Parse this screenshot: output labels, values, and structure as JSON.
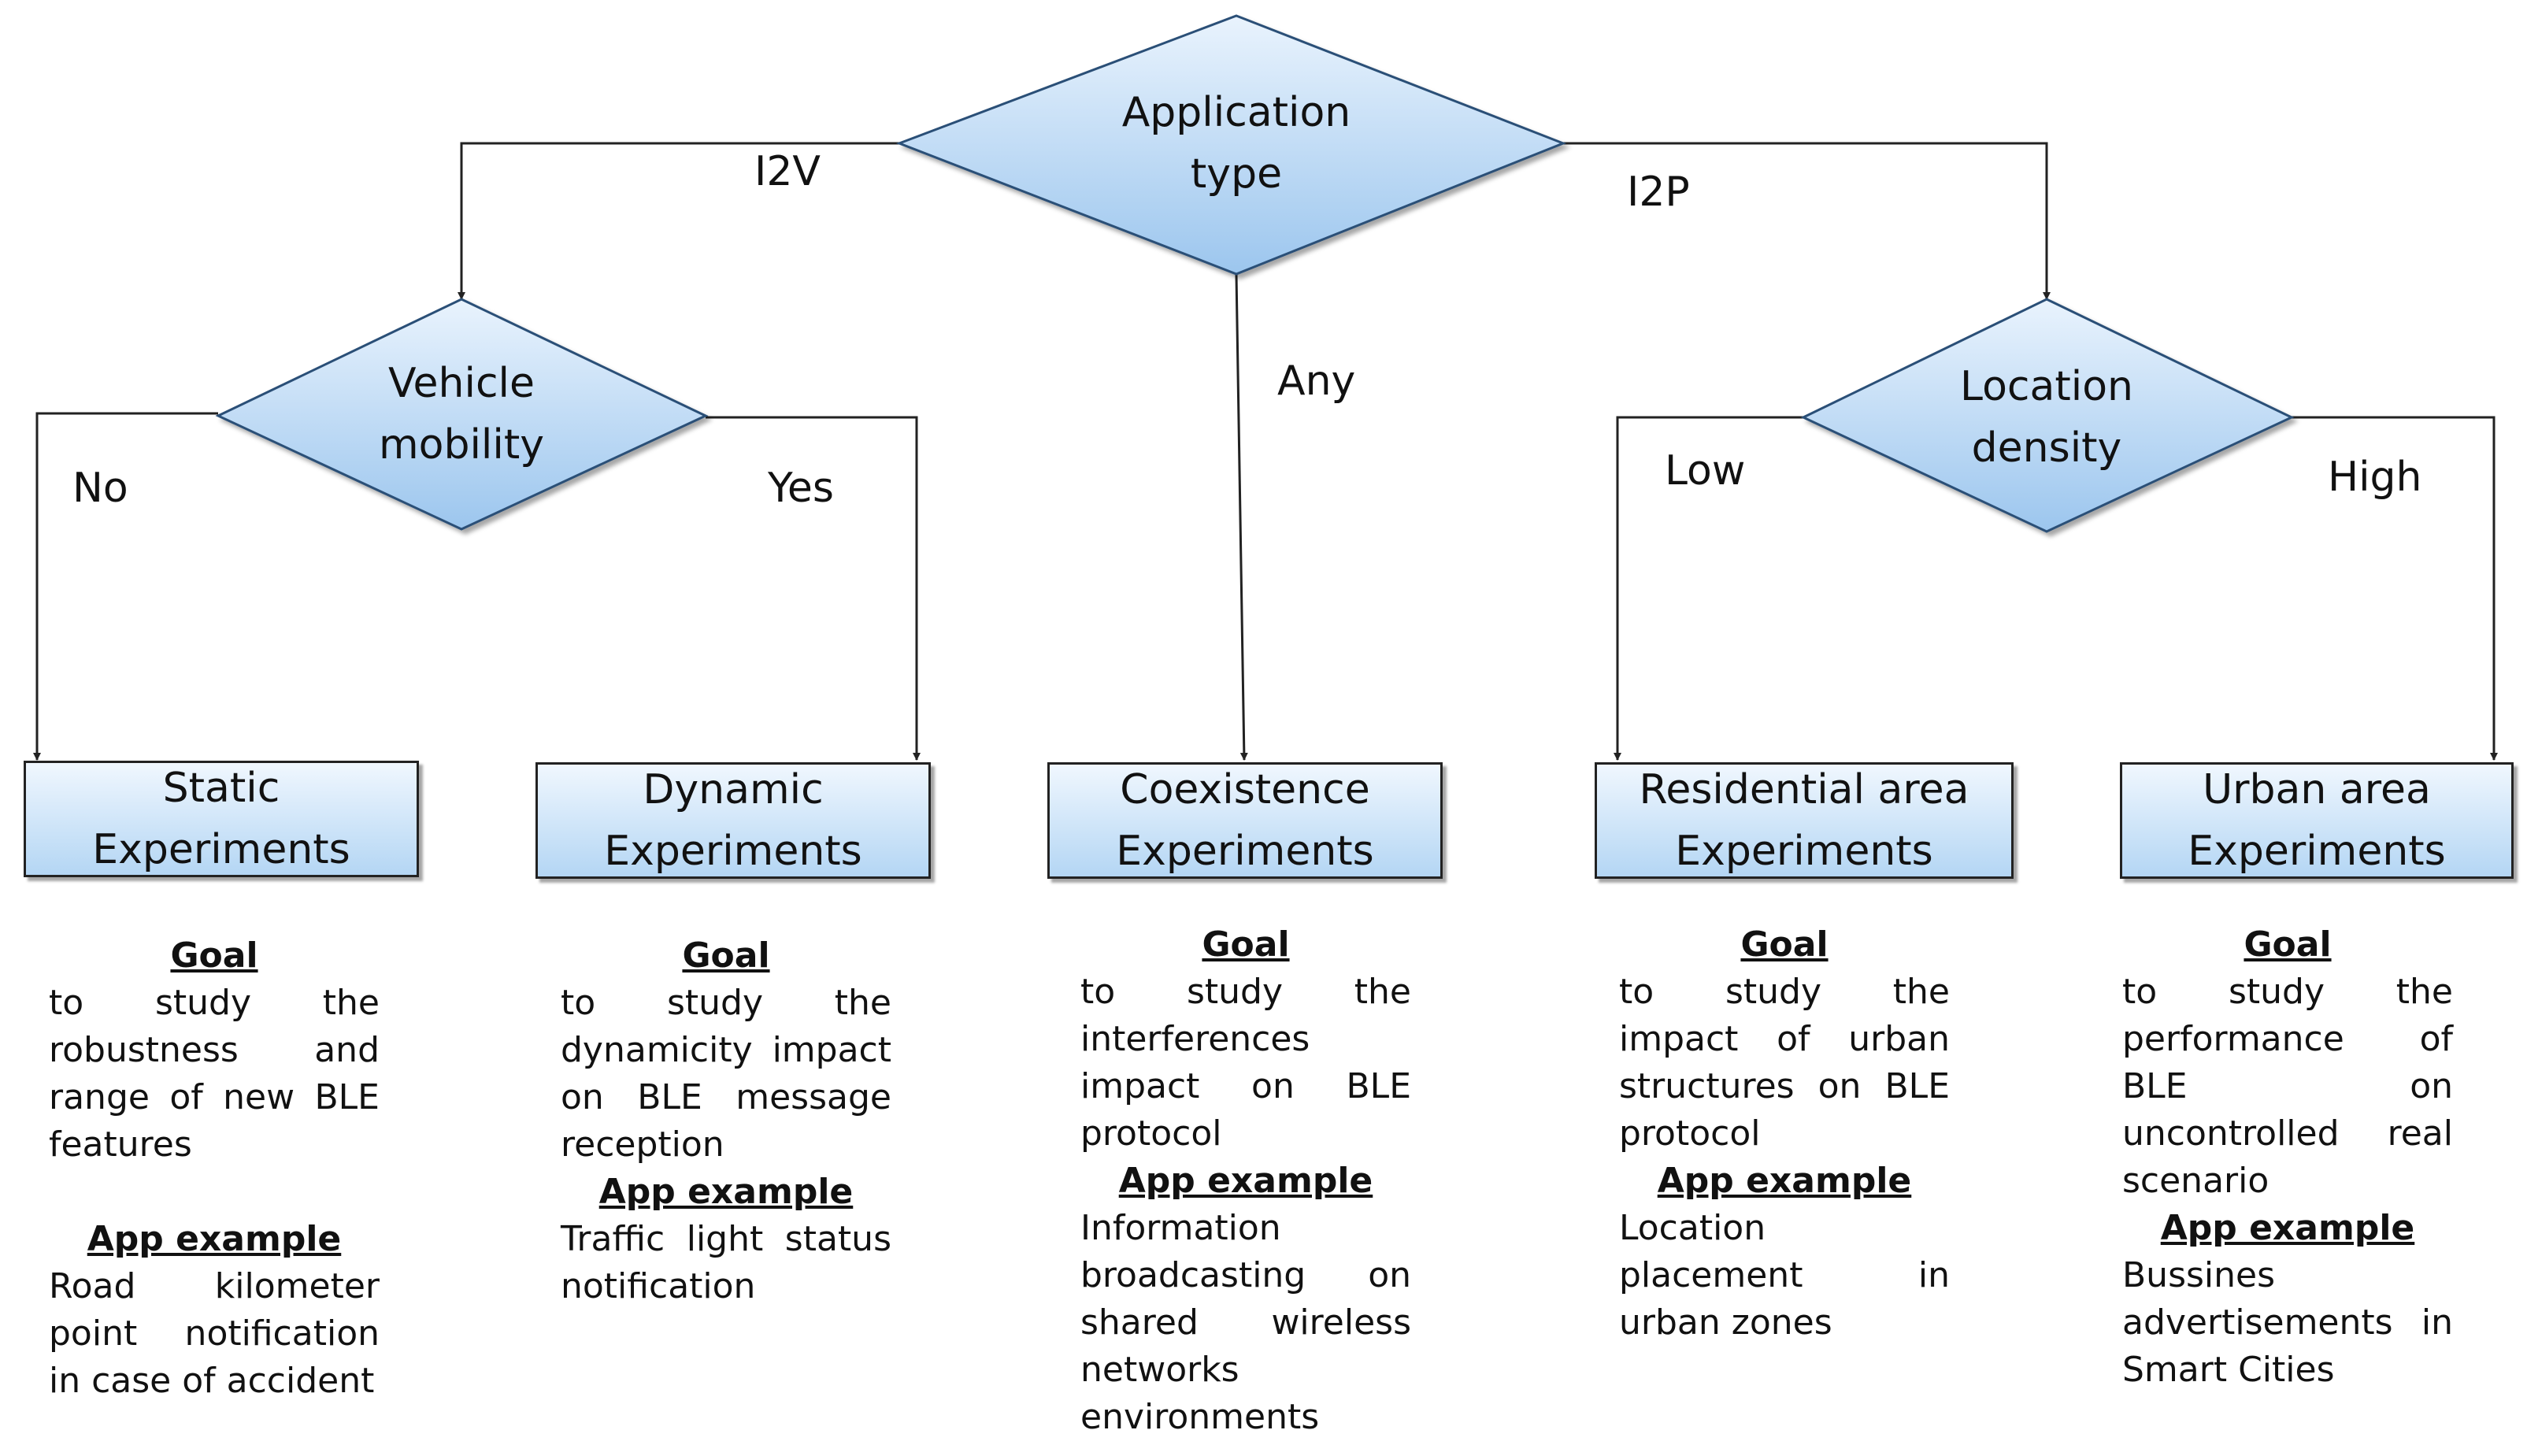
{
  "decisions": {
    "application_type": {
      "line1": "Application",
      "line2": "type"
    },
    "vehicle_mobility": {
      "line1": "Vehicle",
      "line2": "mobility"
    },
    "location_density": {
      "line1": "Location",
      "line2": "density"
    }
  },
  "edges": {
    "i2v": "I2V",
    "i2p": "I2P",
    "any": "Any",
    "no": "No",
    "yes": "Yes",
    "low": "Low",
    "high": "High"
  },
  "experiments": [
    {
      "title1": "Static",
      "title2": "Experiments",
      "goal_heading": "Goal",
      "goal_text": "to study the robustness and range of new BLE features",
      "app_heading": "App example",
      "app_text": "Road kilometer point notification in case of accident"
    },
    {
      "title1": "Dynamic",
      "title2": "Experiments",
      "goal_heading": "Goal",
      "goal_text": "to study the dynamicity impact on BLE message reception",
      "app_heading": "App example",
      "app_text": "Traffic light status notification"
    },
    {
      "title1": "Coexistence",
      "title2": "Experiments",
      "goal_heading": "Goal",
      "goal_text": "to study the interferences impact on BLE protocol",
      "app_heading": "App example",
      "app_text": "Information broadcasting on shared wireless networks environments"
    },
    {
      "title1": "Residential area",
      "title2": "Experiments",
      "goal_heading": "Goal",
      "goal_text": "to study the impact of urban structures on BLE protocol",
      "app_heading": "App example",
      "app_text": "Location placement in urban zones"
    },
    {
      "title1": "Urban area",
      "title2": "Experiments",
      "goal_heading": "Goal",
      "goal_text": "to study the performance of BLE on uncontrolled real scenario",
      "app_heading": "App example",
      "app_text": "Bussines advertisements in Smart Cities"
    }
  ]
}
